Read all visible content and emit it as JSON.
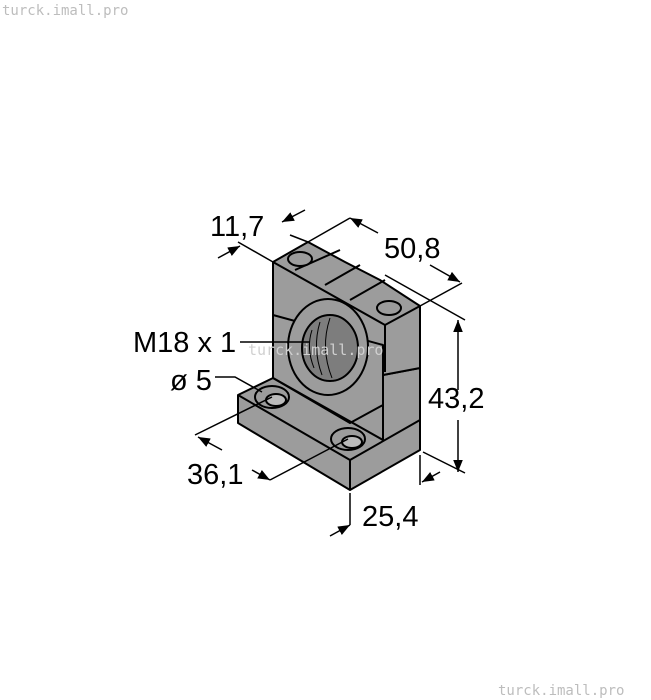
{
  "watermarks": {
    "top_left": "turck.imall.pro",
    "center": "turck.imall.pro",
    "bottom_right": "turck.imall.pro"
  },
  "dimensions": {
    "width_top": "11,7",
    "length": "50,8",
    "thread": "M18 x 1",
    "hole_diameter": "ø 5",
    "height": "43,2",
    "hole_spacing": "36,1",
    "depth": "25,4"
  },
  "colors": {
    "body": "#9c9c9c",
    "line": "#000000"
  }
}
